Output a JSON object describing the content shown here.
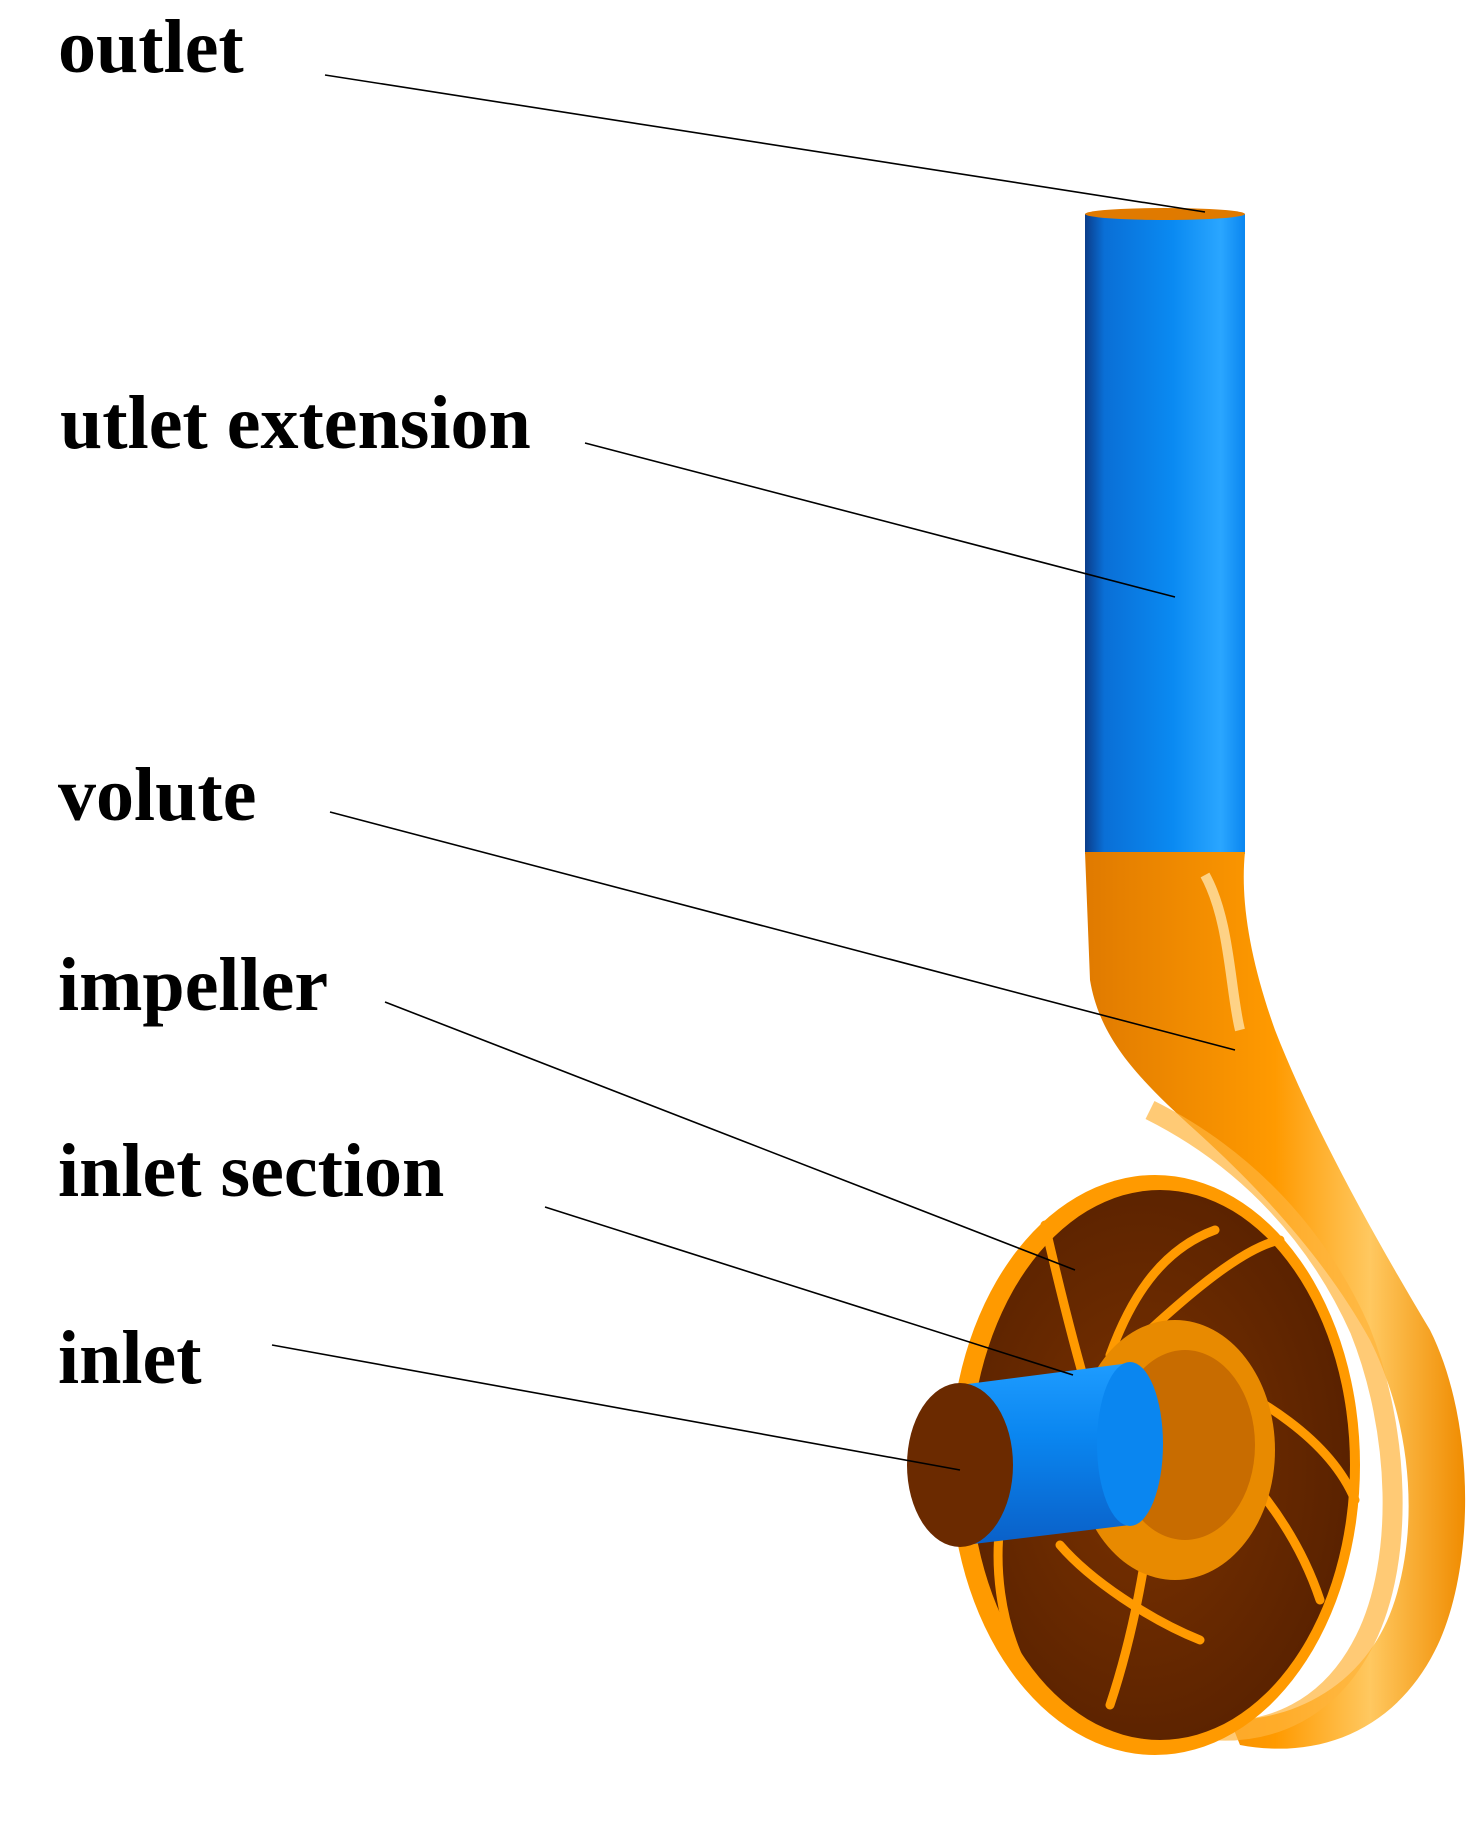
{
  "labels": {
    "outlet": "outlet",
    "outlet_extension": "utlet extension",
    "volute": "volute",
    "impeller": "impeller",
    "inlet_section": "inlet section",
    "inlet": "inlet"
  },
  "colors": {
    "pipe_blue": "#0a86f0",
    "pipe_blue_light": "#28a8ff",
    "pipe_blue_dark": "#0b3d8a",
    "volute_orange": "#ff9a00",
    "volute_orange_light": "#ffc45a",
    "impeller_brown": "#6b2a00",
    "text": "#000000",
    "background": "#ffffff"
  }
}
